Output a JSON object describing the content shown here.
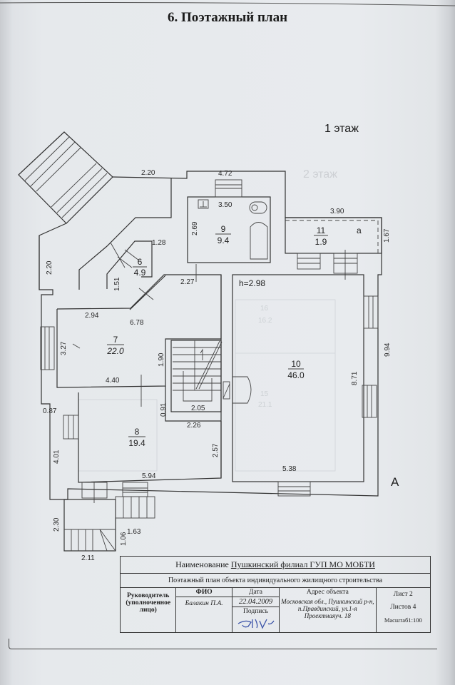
{
  "document": {
    "title": "6. Поэтажный план",
    "floor_label": "1 этаж",
    "ghost_floor_label": "2 этаж",
    "corner_mark": "А",
    "ceiling_height": "h=2.98"
  },
  "rooms": [
    {
      "number": "6",
      "area": "4.9"
    },
    {
      "number": "7",
      "area": "22.0"
    },
    {
      "number": "8",
      "area": "19.4"
    },
    {
      "number": "9",
      "area": "9.4"
    },
    {
      "number": "10",
      "area": "46.0"
    },
    {
      "number": "11",
      "area": "1.9"
    }
  ],
  "room_11_letter": "а",
  "dimensions": {
    "top_left_220": "2.20",
    "top_472": "4.72",
    "bath_350": "3.50",
    "bath_269": "2.69",
    "terrace_390": "3.90",
    "terrace_167": "1.67",
    "left_220": "2.20",
    "r6_128": "1.28",
    "r6_151": "1.51",
    "hall_227": "2.27",
    "r7_294": "2.94",
    "r7_678": "6.78",
    "r7_327": "3.27",
    "r7_440": "4.40",
    "stair_190": "1.90",
    "stair_205": "2.05",
    "stair_091": "0.91",
    "stair_226": "2.26",
    "r10_871": "8.71",
    "r10_994": "9.94",
    "r10_538": "5.38",
    "left_087": "0.87",
    "left_401": "4.01",
    "r8_257": "2.57",
    "r8_594": "5.94",
    "porch_230": "2.30",
    "porch_163": "1.63",
    "porch_106": "1.06",
    "porch_211": "2.11"
  },
  "stamp": {
    "name_label": "Наименование",
    "organization": "Пушкинский филиал ГУП МО МОБТИ",
    "description": "Поэтажный план объекта индивидуального жилищного строительства",
    "head_label": "Руководитель (уполноченное лицо)",
    "fio_label": "ФИО",
    "fio_value": "Балакин П.А.",
    "date_label": "Дата",
    "date_value": "22.04.2009",
    "signature_label": "Подпись",
    "address_label": "Адрес объекта",
    "address_value": "Московская обл., Пушкинский р-н, п.Правдинский, ул.1-я Проектнаяуч. 18",
    "sheet": "Лист 2",
    "sheets_total": "Листов 4",
    "scale": "Масштаб1:100"
  },
  "colors": {
    "ink": "#333333",
    "signature": "#3a52a8",
    "paper": "#e8ebee"
  }
}
